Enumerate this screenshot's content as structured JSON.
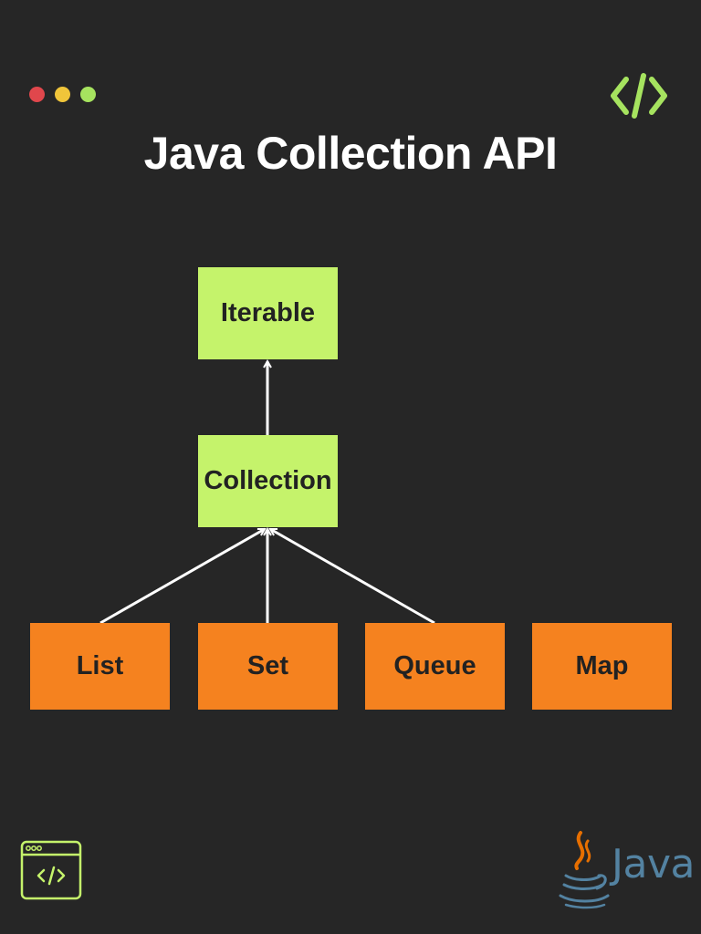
{
  "title": "Java Collection API",
  "colors": {
    "background": "#262626",
    "dot_red": "#e0474c",
    "dot_yellow": "#f0c53a",
    "dot_green": "#a6e35f",
    "accent_green": "#c5f36b",
    "node_orange": "#f5821f",
    "arrow": "#ffffff",
    "java_blue": "#5382a1",
    "java_orange": "#e76f00"
  },
  "icons": {
    "top_right": "code-brackets-icon",
    "bottom_left": "browser-code-icon",
    "bottom_right": "java-coffee-cup-logo"
  },
  "diagram": {
    "nodes": {
      "iterable": "Iterable",
      "collection": "Collection",
      "list": "List",
      "set": "Set",
      "queue": "Queue",
      "map": "Map"
    },
    "edges": [
      {
        "from": "Collection",
        "to": "Iterable"
      },
      {
        "from": "List",
        "to": "Collection"
      },
      {
        "from": "Set",
        "to": "Collection"
      },
      {
        "from": "Queue",
        "to": "Collection"
      }
    ]
  },
  "java_logo_text": "Java"
}
